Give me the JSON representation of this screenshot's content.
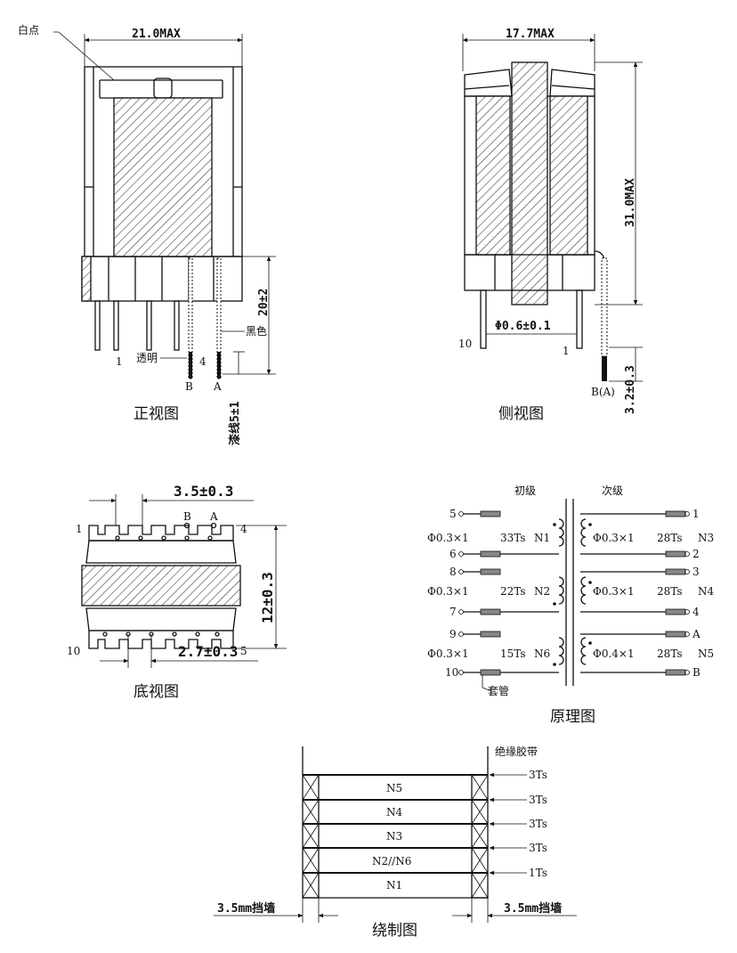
{
  "front_view": {
    "caption": "正视图",
    "white_dot_label": "白点",
    "width_dim": "21.0MAX",
    "height_dim": "20±2",
    "strip_dim": "漆线5±1",
    "pin1": "1",
    "pin4": "4",
    "transparent_label": "透明",
    "black_label": "黑色",
    "lead_b": "B",
    "lead_a": "A"
  },
  "side_view": {
    "caption": "侧视图",
    "width_dim": "17.7MAX",
    "height_dim": "31.0MAX",
    "wire_dim": "Φ0.6±0.1",
    "strip_dim": "3.2±0.3",
    "pin10": "10",
    "pin1": "1",
    "lead_label": "B(A)"
  },
  "bottom_view": {
    "caption": "底视图",
    "pitch_top": "3.5±0.3",
    "row_gap": "12±0.3",
    "pitch_bottom": "2.7±0.3",
    "pin1": "1",
    "pin4": "4",
    "pin10": "10",
    "pin5": "5",
    "lead_b": "B",
    "lead_a": "A"
  },
  "schematic": {
    "caption": "原理图",
    "primary_label": "初级",
    "secondary_label": "次级",
    "sleeve_label": "套管",
    "primary": [
      {
        "pin_top": "5",
        "pin_bottom": "6",
        "wire": "Φ0.3×1",
        "turns": "33Ts",
        "name": "N1"
      },
      {
        "pin_top": "8",
        "pin_bottom": "7",
        "wire": "Φ0.3×1",
        "turns": "22Ts",
        "name": "N2"
      },
      {
        "pin_top": "9",
        "pin_bottom": "10",
        "wire": "Φ0.3×1",
        "turns": "15Ts",
        "name": "N6"
      }
    ],
    "secondary": [
      {
        "pin_top": "1",
        "pin_bottom": "2",
        "wire": "Φ0.3×1",
        "turns": "28Ts",
        "name": "N3"
      },
      {
        "pin_top": "3",
        "pin_bottom": "4",
        "wire": "Φ0.3×1",
        "turns": "28Ts",
        "name": "N4"
      },
      {
        "pin_top": "A",
        "pin_bottom": "B",
        "wire": "Φ0.4×1",
        "turns": "28Ts",
        "name": "N5"
      }
    ]
  },
  "winding": {
    "caption": "绕制图",
    "tape_label": "绝缘胶带",
    "layers": [
      "N5",
      "N4",
      "N3",
      "N2//N6",
      "N1"
    ],
    "tape_turns": [
      "3Ts",
      "3Ts",
      "3Ts",
      "3Ts",
      "1Ts"
    ],
    "margin_left": "3.5mm挡墙",
    "margin_right": "3.5mm挡墙"
  }
}
